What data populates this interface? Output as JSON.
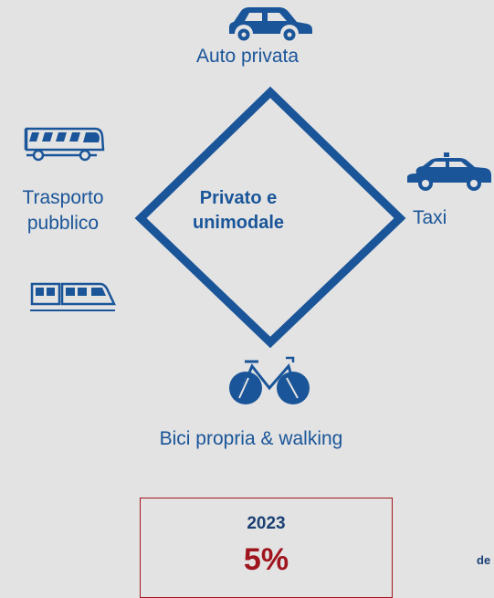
{
  "diagram": {
    "center_label": "Privato e unimodale",
    "nodes": {
      "top": {
        "label": "Auto privata",
        "icon": "car-icon"
      },
      "left": {
        "label": "Trasporto pubblico",
        "icon": "bus-icon",
        "secondary_icon": "train-icon"
      },
      "right": {
        "label": "Taxi",
        "icon": "taxi-icon"
      },
      "bottom": {
        "label": "Bici propria & walking",
        "icon": "bicycle-icon"
      }
    }
  },
  "stat": {
    "year": "2023",
    "value": "5%"
  },
  "edge_text": "de",
  "colors": {
    "primary_blue": "#1a5599",
    "dark_blue": "#1a3f73",
    "accent_red": "#a0141e",
    "background": "#e3e3e3"
  }
}
